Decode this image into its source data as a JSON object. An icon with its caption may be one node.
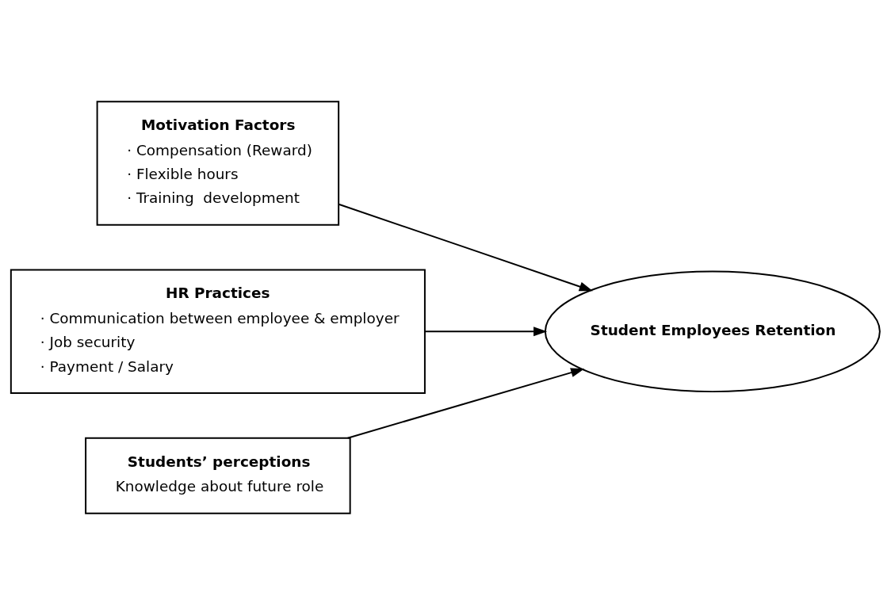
{
  "diagram": {
    "nodes": [
      {
        "text": [
          "Motivation Factors",
          "· Compensation (Reward)",
          "· Flexible hours",
          "· Training  development"
        ]
      },
      {
        "text": [
          "HR Practices",
          "· Communication between employee & employer",
          "· Job security",
          "· Payment / Salary"
        ]
      },
      {
        "text": [
          "Students’ perceptions",
          "Knowledge about future role"
        ]
      },
      {
        "text": [
          "Student Employees Retention"
        ]
      }
    ],
    "edges": [
      {
        "from": 0,
        "to": 3,
        "arrow": "to"
      },
      {
        "from": 1,
        "to": 3,
        "arrow": "to"
      },
      {
        "from": 2,
        "to": 3,
        "arrow": "to"
      }
    ]
  }
}
